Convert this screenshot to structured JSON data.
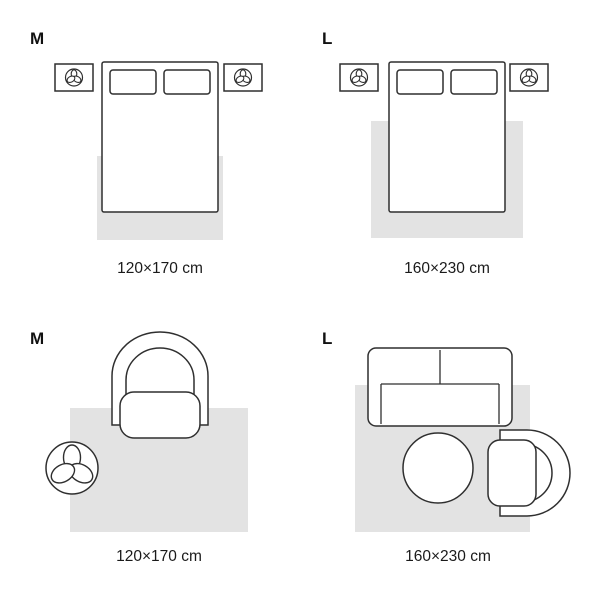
{
  "colors": {
    "background": "#ffffff",
    "rug_fill": "#e3e3e3",
    "outline": "#2f2f2f",
    "text": "#111111"
  },
  "icons": {
    "plant_icon": "three-leaf-plant"
  },
  "panels": [
    {
      "scene": "bedroom",
      "size_label": "M",
      "caption": "120×170 cm"
    },
    {
      "scene": "bedroom",
      "size_label": "L",
      "caption": "160×230 cm"
    },
    {
      "scene": "living-room",
      "size_label": "M",
      "caption": "120×170 cm"
    },
    {
      "scene": "living-room",
      "size_label": "L",
      "caption": "160×230 cm"
    }
  ]
}
